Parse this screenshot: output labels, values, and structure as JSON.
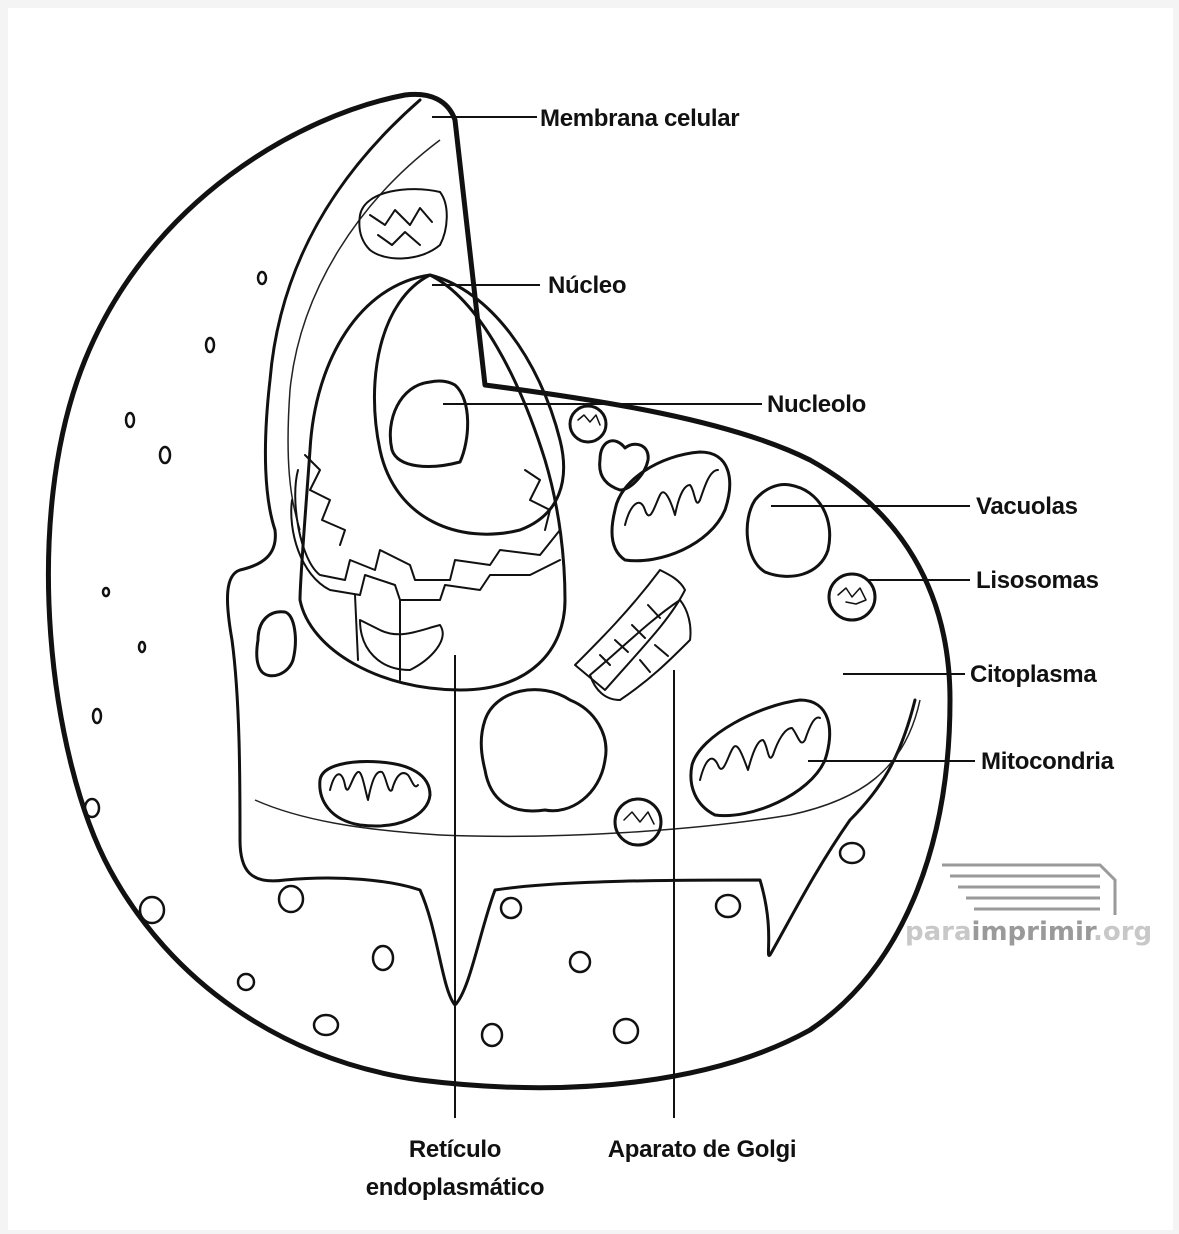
{
  "labels": {
    "membrana": "Membrana celular",
    "nucleo": "Núcleo",
    "nucleolo": "Nucleolo",
    "vacuolas": "Vacuolas",
    "lisosomas": "Lisosomas",
    "citoplasma": "Citoplasma",
    "mitocondria": "Mitocondria",
    "reticulo_line1": "Retículo",
    "reticulo_line2": "endoplasmático",
    "golgi": "Aparato de Golgi"
  },
  "watermark": {
    "part1": "para",
    "part2": "imprimir",
    "part3": ".org"
  }
}
